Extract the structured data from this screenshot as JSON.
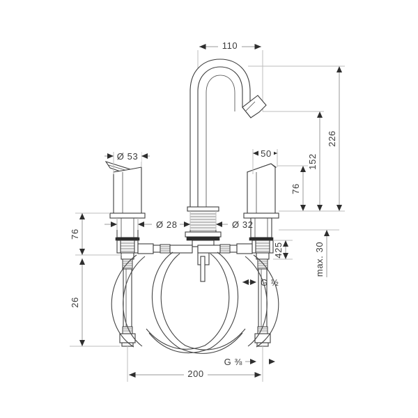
{
  "drawing": {
    "title": "Two-handle basin mixer technical dimension drawing",
    "subject": "three-hole basin mixer with swan-neck spout and two lever handles",
    "background_color": "#ffffff",
    "line_color": "#3c3c3c",
    "dimension_line_color": "#9a9a9a",
    "text_color": "#3a3a3a"
  },
  "dimensions": {
    "spout_reach": {
      "label": "110",
      "orientation": "horizontal",
      "position": "top"
    },
    "handle_cap_diameter": {
      "label": "Ø 53",
      "orientation": "horizontal",
      "position": "left-handle-top"
    },
    "handle_lever_length": {
      "label": "50",
      "orientation": "horizontal",
      "position": "right-handle-top"
    },
    "handle_shank_diameter": {
      "label": "Ø 28",
      "orientation": "horizontal",
      "position": "left-shank"
    },
    "spout_shank_diameter": {
      "label": "Ø 32",
      "orientation": "horizontal",
      "position": "spout-shank"
    },
    "total_height": {
      "label": "226",
      "orientation": "vertical",
      "position": "right-outer"
    },
    "spout_outlet_height": {
      "label": "152",
      "orientation": "vertical",
      "position": "right-inner"
    },
    "handle_height_right": {
      "label": "76",
      "orientation": "vertical",
      "position": "right-innermost"
    },
    "handle_height_left": {
      "label": "76",
      "orientation": "vertical",
      "position": "left-upper"
    },
    "hose_length": {
      "label": "425",
      "orientation": "vertical",
      "position": "left-lower"
    },
    "valve_body_height": {
      "label": "26",
      "orientation": "vertical",
      "position": "right-valve"
    },
    "max_deck_thickness": {
      "label": "max. 30",
      "orientation": "vertical",
      "position": "right-far"
    },
    "supply_thread": {
      "label": "G ½",
      "orientation": "callout",
      "position": "right-riser"
    },
    "hose_thread": {
      "label": "G ⅜",
      "orientation": "callout",
      "position": "bottom-right"
    },
    "hole_spacing": {
      "label": "200",
      "orientation": "horizontal",
      "position": "bottom"
    }
  },
  "labels": [
    {
      "id": "spout-reach",
      "text": "110"
    },
    {
      "id": "cap-diameter",
      "text": "Ø 53"
    },
    {
      "id": "lever-length",
      "text": "50"
    },
    {
      "id": "shank-28",
      "text": "Ø 28"
    },
    {
      "id": "shank-32",
      "text": "Ø 32"
    },
    {
      "id": "total-height",
      "text": "226"
    },
    {
      "id": "outlet-height",
      "text": "152"
    },
    {
      "id": "handle-height-right",
      "text": "76"
    },
    {
      "id": "handle-height-left",
      "text": "76"
    },
    {
      "id": "hose-length",
      "text": "425"
    },
    {
      "id": "valve-height",
      "text": "26"
    },
    {
      "id": "max-deck",
      "text": "max. 30"
    },
    {
      "id": "supply-thread",
      "text": "G ½"
    },
    {
      "id": "hose-thread",
      "text": "G ⅜"
    },
    {
      "id": "hole-spacing",
      "text": "200"
    }
  ]
}
